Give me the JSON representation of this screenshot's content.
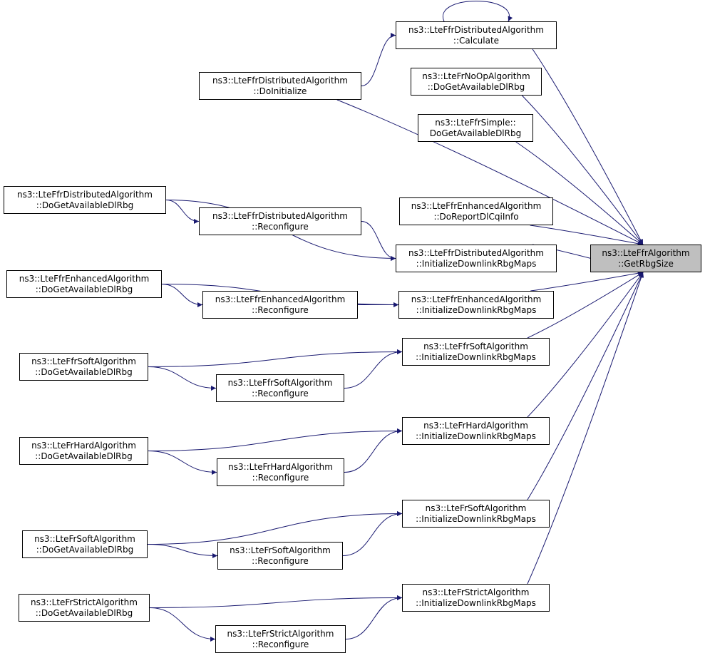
{
  "nodes": [
    {
      "id": "calc",
      "line1": "ns3::LteFfrDistributedAlgorithm",
      "line2": "::Calculate"
    },
    {
      "id": "ffrdist-doinit",
      "line1": "ns3::LteFfrDistributedAlgorithm",
      "line2": "::DoInitialize"
    },
    {
      "id": "frnoop-dogetavail",
      "line1": "ns3::LteFrNoOpAlgorithm",
      "line2": "::DoGetAvailableDlRbg"
    },
    {
      "id": "ffrsimple-dogetavail",
      "line1": "ns3::LteFfrSimple::",
      "line2": "DoGetAvailableDlRbg"
    },
    {
      "id": "ffrdist-dogetavail",
      "line1": "ns3::LteFfrDistributedAlgorithm",
      "line2": "::DoGetAvailableDlRbg"
    },
    {
      "id": "ffrdist-reconfigure",
      "line1": "ns3::LteFfrDistributedAlgorithm",
      "line2": "::Reconfigure"
    },
    {
      "id": "ffrenh-doreport",
      "line1": "ns3::LteFfrEnhancedAlgorithm",
      "line2": "::DoReportDlCqiInfo"
    },
    {
      "id": "ffrdist-initmaps",
      "line1": "ns3::LteFfrDistributedAlgorithm",
      "line2": "::InitializeDownlinkRbgMaps"
    },
    {
      "id": "getrbgsize",
      "line1": "ns3::LteFfrAlgorithm",
      "line2": "::GetRbgSize"
    },
    {
      "id": "ffrenh-dogetavail",
      "line1": "ns3::LteFfrEnhancedAlgorithm",
      "line2": "::DoGetAvailableDlRbg"
    },
    {
      "id": "ffrenh-reconfigure",
      "line1": "ns3::LteFfrEnhancedAlgorithm",
      "line2": "::Reconfigure"
    },
    {
      "id": "ffrenh-initmaps",
      "line1": "ns3::LteFfrEnhancedAlgorithm",
      "line2": "::InitializeDownlinkRbgMaps"
    },
    {
      "id": "ffrsoft-initmaps",
      "line1": "ns3::LteFfrSoftAlgorithm",
      "line2": "::InitializeDownlinkRbgMaps"
    },
    {
      "id": "ffrsoft-dogetavail",
      "line1": "ns3::LteFfrSoftAlgorithm",
      "line2": "::DoGetAvailableDlRbg"
    },
    {
      "id": "ffrsoft-reconfigure",
      "line1": "ns3::LteFfrSoftAlgorithm",
      "line2": "::Reconfigure"
    },
    {
      "id": "frhard-initmaps",
      "line1": "ns3::LteFrHardAlgorithm",
      "line2": "::InitializeDownlinkRbgMaps"
    },
    {
      "id": "frhard-dogetavail",
      "line1": "ns3::LteFrHardAlgorithm",
      "line2": "::DoGetAvailableDlRbg"
    },
    {
      "id": "frhard-reconfigure",
      "line1": "ns3::LteFrHardAlgorithm",
      "line2": "::Reconfigure"
    },
    {
      "id": "frsoft-initmaps",
      "line1": "ns3::LteFrSoftAlgorithm",
      "line2": "::InitializeDownlinkRbgMaps"
    },
    {
      "id": "frsoft-dogetavail",
      "line1": "ns3::LteFrSoftAlgorithm",
      "line2": "::DoGetAvailableDlRbg"
    },
    {
      "id": "frsoft-reconfigure",
      "line1": "ns3::LteFrSoftAlgorithm",
      "line2": "::Reconfigure"
    },
    {
      "id": "frstrict-initmaps",
      "line1": "ns3::LteFrStrictAlgorithm",
      "line2": "::InitializeDownlinkRbgMaps"
    },
    {
      "id": "frstrict-dogetavail",
      "line1": "ns3::LteFrStrictAlgorithm",
      "line2": "::DoGetAvailableDlRbg"
    },
    {
      "id": "frstrict-reconfigure",
      "line1": "ns3::LteFrStrictAlgorithm",
      "line2": "::Reconfigure"
    }
  ],
  "edges": [
    {
      "from": "calc",
      "to": "calc"
    },
    {
      "from": "calc",
      "to": "getrbgsize"
    },
    {
      "from": "ffrdist-doinit",
      "to": "calc"
    },
    {
      "from": "ffrdist-doinit",
      "to": "getrbgsize"
    },
    {
      "from": "frnoop-dogetavail",
      "to": "getrbgsize"
    },
    {
      "from": "ffrsimple-dogetavail",
      "to": "getrbgsize"
    },
    {
      "from": "ffrenh-doreport",
      "to": "getrbgsize"
    },
    {
      "from": "ffrdist-initmaps",
      "to": "getrbgsize"
    },
    {
      "from": "ffrenh-initmaps",
      "to": "getrbgsize"
    },
    {
      "from": "ffrsoft-initmaps",
      "to": "getrbgsize"
    },
    {
      "from": "frhard-initmaps",
      "to": "getrbgsize"
    },
    {
      "from": "frsoft-initmaps",
      "to": "getrbgsize"
    },
    {
      "from": "frstrict-initmaps",
      "to": "getrbgsize"
    },
    {
      "from": "ffrdist-dogetavail",
      "to": "ffrdist-reconfigure"
    },
    {
      "from": "ffrdist-dogetavail",
      "to": "ffrdist-initmaps"
    },
    {
      "from": "ffrdist-reconfigure",
      "to": "ffrdist-initmaps"
    },
    {
      "from": "ffrenh-dogetavail",
      "to": "ffrenh-reconfigure"
    },
    {
      "from": "ffrenh-dogetavail",
      "to": "ffrenh-initmaps"
    },
    {
      "from": "ffrenh-reconfigure",
      "to": "ffrenh-initmaps"
    },
    {
      "from": "ffrsoft-dogetavail",
      "to": "ffrsoft-initmaps"
    },
    {
      "from": "ffrsoft-dogetavail",
      "to": "ffrsoft-reconfigure"
    },
    {
      "from": "ffrsoft-reconfigure",
      "to": "ffrsoft-initmaps"
    },
    {
      "from": "frhard-dogetavail",
      "to": "frhard-initmaps"
    },
    {
      "from": "frhard-dogetavail",
      "to": "frhard-reconfigure"
    },
    {
      "from": "frhard-reconfigure",
      "to": "frhard-initmaps"
    },
    {
      "from": "frsoft-dogetavail",
      "to": "frsoft-initmaps"
    },
    {
      "from": "frsoft-dogetavail",
      "to": "frsoft-reconfigure"
    },
    {
      "from": "frsoft-reconfigure",
      "to": "frsoft-initmaps"
    },
    {
      "from": "frstrict-dogetavail",
      "to": "frstrict-initmaps"
    },
    {
      "from": "frstrict-dogetavail",
      "to": "frstrict-reconfigure"
    },
    {
      "from": "frstrict-reconfigure",
      "to": "frstrict-initmaps"
    }
  ],
  "colors": {
    "edge": "#191970",
    "focus_fill": "#bfbfbf",
    "node_border": "#000000"
  }
}
